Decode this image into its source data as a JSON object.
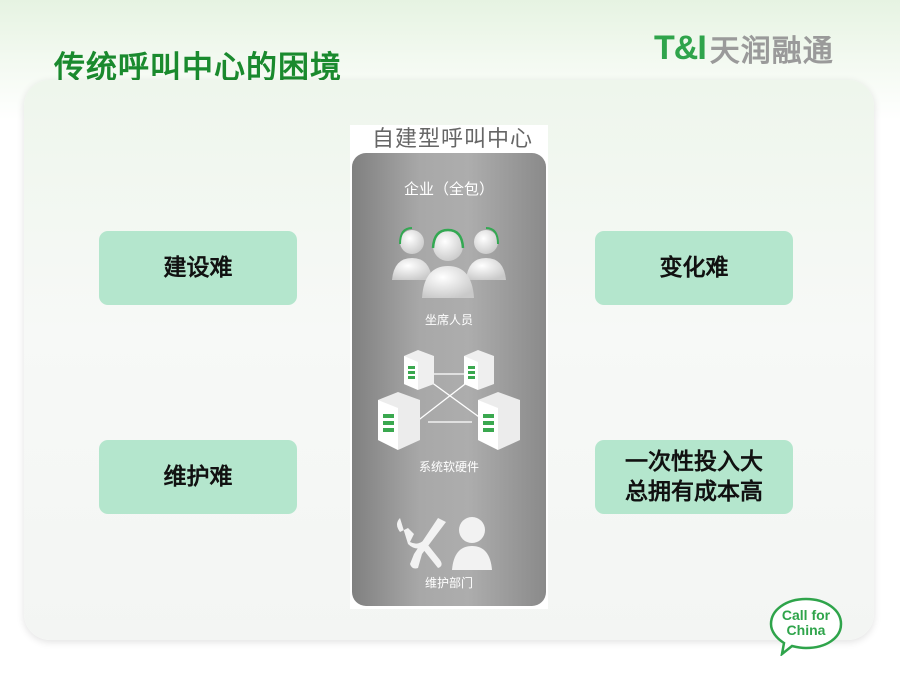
{
  "slide": {
    "title": "传统呼叫中心的困境",
    "logo": {
      "mark": "T&I",
      "name": "天润融通"
    },
    "left_boxes": [
      "建设难",
      "维护难"
    ],
    "right_boxes": [
      "变化难",
      "一次性投入大\n总拥有成本高"
    ],
    "center": {
      "heading": "自建型呼叫中心",
      "subtitle": "企业（全包）",
      "groups": [
        {
          "label": "坐席人员",
          "icon": "agents-icon"
        },
        {
          "label": "系统软硬件",
          "icon": "servers-icon"
        },
        {
          "label": "维护部门",
          "icon": "maintenance-icon"
        }
      ]
    },
    "badge": {
      "line1": "Call for",
      "line2": "China"
    },
    "colors": {
      "title_green": "#1a8a2e",
      "box_mint": "#b4e6cd",
      "brand_green": "#2fa44b"
    }
  }
}
